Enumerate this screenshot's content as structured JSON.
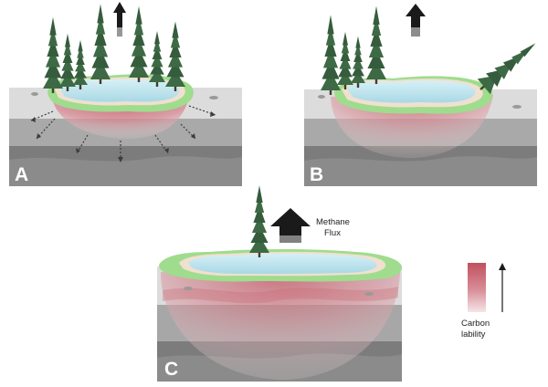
{
  "panels": [
    {
      "letter": "A"
    },
    {
      "letter": "B"
    },
    {
      "letter": "C"
    }
  ],
  "annotation": {
    "line1": "Methane",
    "line2": "Flux"
  },
  "legend": {
    "line1": "Carbon",
    "line2": "lability"
  },
  "colors": {
    "surface_top": "#dcdcdc",
    "soil_mid": "#a7a7a7",
    "soil_deep": "#7c7c7c",
    "soil_bottom": "#8c8c8c",
    "lake_water": "#bfe3ee",
    "moss_green": "#9fdc8d",
    "talik_red": "#c45a66",
    "tree_green": "#3d6a45",
    "arrow": "#1a1a1a"
  }
}
